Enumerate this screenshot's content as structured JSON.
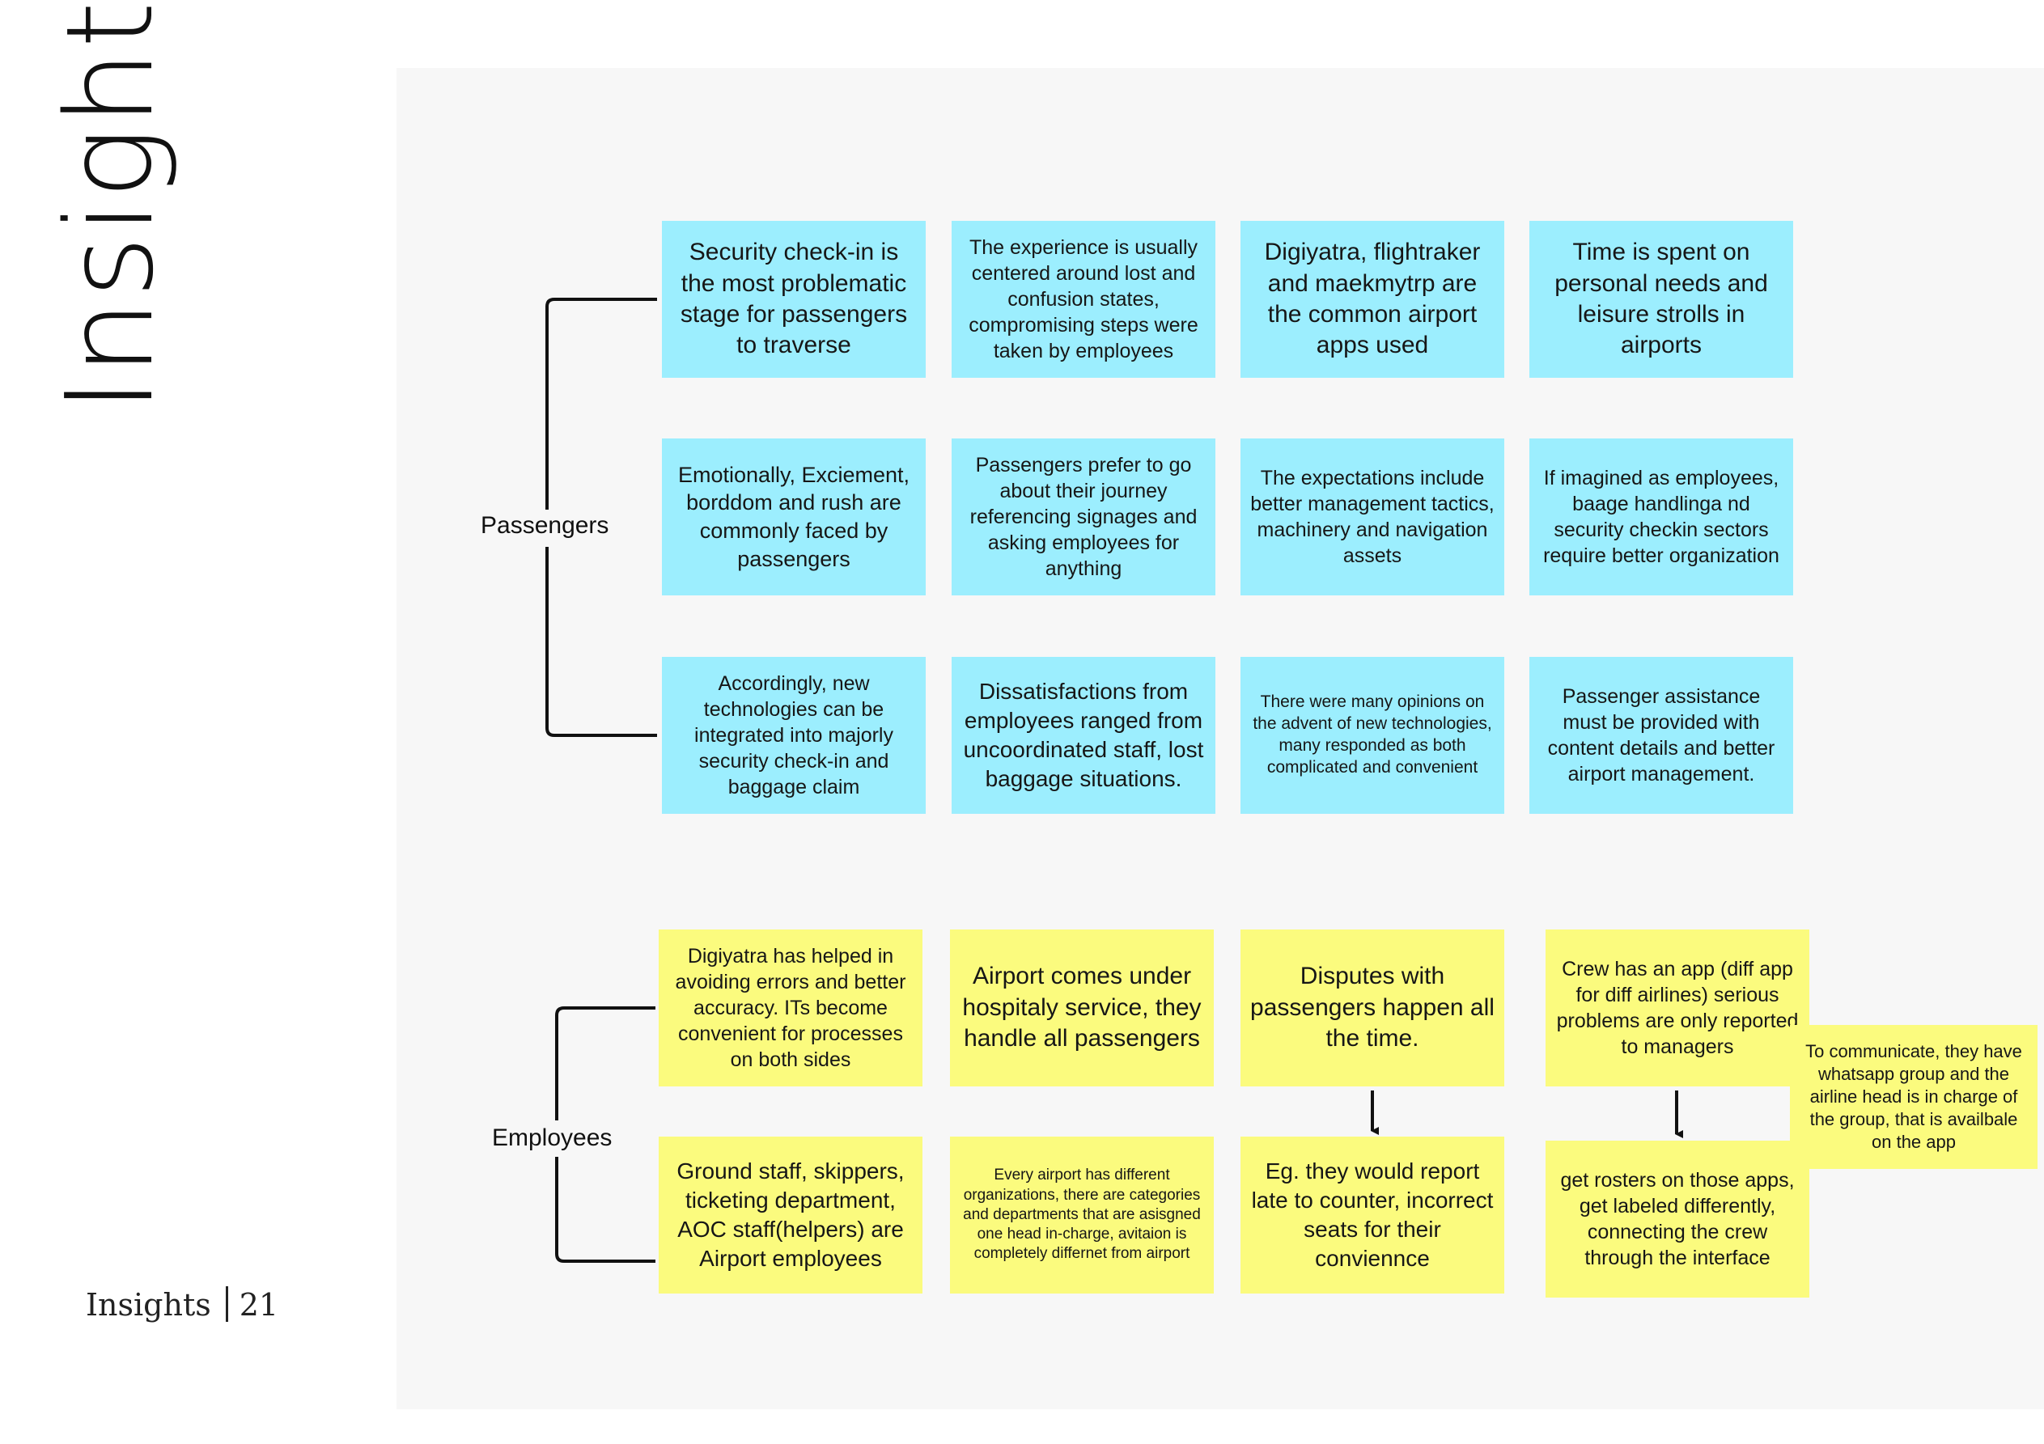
{
  "page": {
    "title": "Insights",
    "footer_label": "Insights",
    "page_number": "21"
  },
  "groups": {
    "passengers": "Passengers",
    "employees": "Employees"
  },
  "passenger_notes": [
    [
      "Security check-in is the most problematic stage for passengers to traverse",
      "The experience is usually centered around lost and confusion states, compromising steps were taken by employees",
      "Digiyatra, flightraker and maekmytrp are the common airport apps used",
      "Time is spent on personal needs and leisure strolls in airports"
    ],
    [
      "Emotionally, Exciement, borddom and rush are commonly faced by passengers",
      "Passengers prefer to go about their journey referencing signages and asking employees for anything",
      "The expectations include better management tactics, machinery and navigation assets",
      "If imagined as employees, baage handlinga nd security checkin sectors require better organization"
    ],
    [
      "Accordingly, new technologies can be integrated into majorly security check-in and baggage claim",
      "Dissatisfactions from employees ranged from uncoordinated staff, lost baggage situations.",
      "There were many opinions on the advent of new technologies, many responded as both complicated and convenient",
      "Passenger assistance must be provided with content details and better airport management."
    ]
  ],
  "employee_notes": [
    [
      "Digiyatra has helped in avoiding errors and better accuracy. ITs become convenient for processes on both sides",
      "Airport comes under hospitaly service, they handle all passengers",
      "Disputes with passengers happen all the time.",
      "Crew has an app (diff app for diff airlines) serious problems are only reported to managers"
    ],
    [
      "Ground staff, skippers, ticketing department, AOC staff(helpers) are Airport employees",
      "Every airport has different organizations, there are categories and departments that are asisgned one head in-charge, avitaion is completely differnet from airport",
      "Eg. they would report late to counter, incorrect seats for their conviennce",
      "get rosters on those apps, get labeled differently, connecting the crew through the interface"
    ]
  ],
  "side_note": "To communicate, they have whatsapp group and the airline head is in charge of the group, that is availbale on the app",
  "colors": {
    "passenger_note": "#9ceefe",
    "employee_note": "#fbfb7e",
    "board": "#f7f7f7"
  }
}
